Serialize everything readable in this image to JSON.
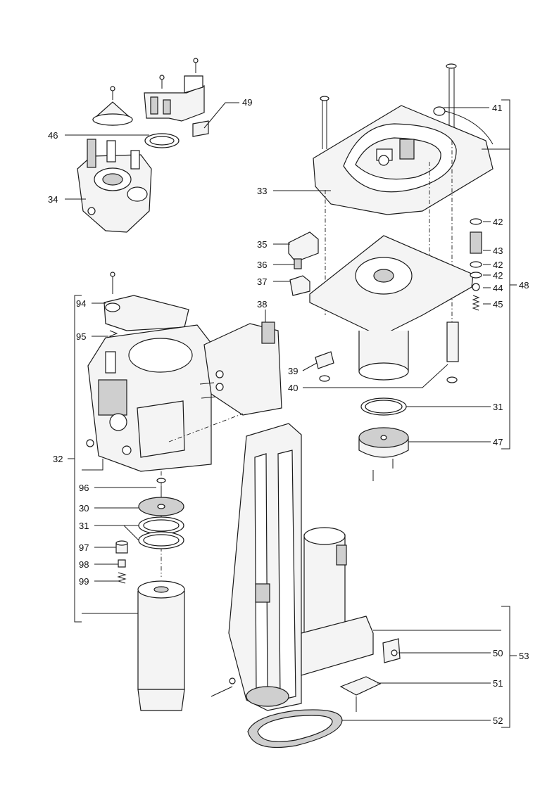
{
  "callouts": [
    {
      "id": "c49",
      "text": "49"
    },
    {
      "id": "c46",
      "text": "46"
    },
    {
      "id": "c34",
      "text": "34"
    },
    {
      "id": "c41",
      "text": "41"
    },
    {
      "id": "c33",
      "text": "33"
    },
    {
      "id": "c42a",
      "text": "42"
    },
    {
      "id": "c43",
      "text": "43"
    },
    {
      "id": "c42b",
      "text": "42"
    },
    {
      "id": "c42c",
      "text": "42"
    },
    {
      "id": "c44",
      "text": "44"
    },
    {
      "id": "c48",
      "text": "48"
    },
    {
      "id": "c45",
      "text": "45"
    },
    {
      "id": "c35",
      "text": "35"
    },
    {
      "id": "c36",
      "text": "36"
    },
    {
      "id": "c37",
      "text": "37"
    },
    {
      "id": "c38",
      "text": "38"
    },
    {
      "id": "c94",
      "text": "94"
    },
    {
      "id": "c95",
      "text": "95"
    },
    {
      "id": "c39",
      "text": "39"
    },
    {
      "id": "c40",
      "text": "40"
    },
    {
      "id": "c31a",
      "text": "31"
    },
    {
      "id": "c47",
      "text": "47"
    },
    {
      "id": "c32",
      "text": "32"
    },
    {
      "id": "c96",
      "text": "96"
    },
    {
      "id": "c30",
      "text": "30"
    },
    {
      "id": "c31b",
      "text": "31"
    },
    {
      "id": "c97",
      "text": "97"
    },
    {
      "id": "c98",
      "text": "98"
    },
    {
      "id": "c99",
      "text": "99"
    },
    {
      "id": "c50",
      "text": "50"
    },
    {
      "id": "c53",
      "text": "53"
    },
    {
      "id": "c51",
      "text": "51"
    },
    {
      "id": "c52",
      "text": "52"
    }
  ]
}
